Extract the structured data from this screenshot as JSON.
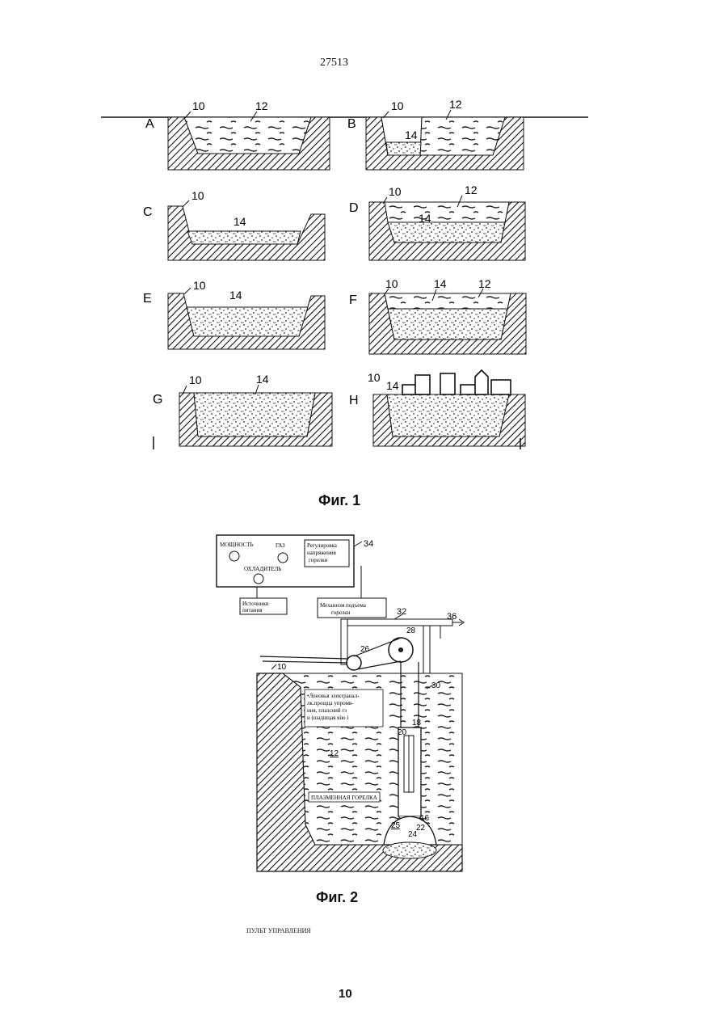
{
  "page": {
    "doc_number": "27513",
    "figure1_caption": "Фиг. 1",
    "figure2_caption": "Фиг. 2",
    "control_panel_heading": "ПУЛЬТ УПРАВЛЕНИЯ",
    "page_number": "10"
  },
  "figure1": {
    "panels": [
      {
        "letter": "A",
        "labels": [
          "10",
          "12"
        ]
      },
      {
        "letter": "B",
        "labels": [
          "10",
          "12",
          "14"
        ]
      },
      {
        "letter": "C",
        "labels": [
          "10",
          "14"
        ]
      },
      {
        "letter": "D",
        "labels": [
          "10",
          "12",
          "14"
        ]
      },
      {
        "letter": "E",
        "labels": [
          "10",
          "14"
        ]
      },
      {
        "letter": "F",
        "labels": [
          "10",
          "14",
          "12"
        ]
      },
      {
        "letter": "G",
        "labels": [
          "10",
          "14"
        ]
      },
      {
        "letter": "H",
        "labels": [
          "10",
          "14"
        ]
      }
    ]
  },
  "figure2": {
    "panel": {
      "power": "МОЩНОСТЬ",
      "gas": "ГАЗ",
      "cooler": "ОХЛАДИТЕЛЬ",
      "burner_regulator": [
        "Регулировка",
        "напряжения",
        "горелки"
      ],
      "ref34": "34"
    },
    "power_source": [
      "Источники",
      "питания"
    ],
    "lift_mechanism": [
      "Механизм подъема",
      "горелки"
    ],
    "refs": {
      "r32": "32",
      "r36": "36",
      "r28": "28",
      "r26": "26",
      "r10": "10",
      "r30": "30",
      "r18": "18",
      "r20": "20",
      "r12": "12",
      "r16": "16",
      "r22": "22",
      "r25": "25",
      "r24": "24"
    },
    "note": [
      "•Лоновья электранал-",
      "лк.прощца упромв-",
      "ния, плазсний гэ",
      "и (шадшцая вію і"
    ],
    "plasma_torch": "ПЛАЗМЕННАЯ ГОРЕЛКА"
  }
}
